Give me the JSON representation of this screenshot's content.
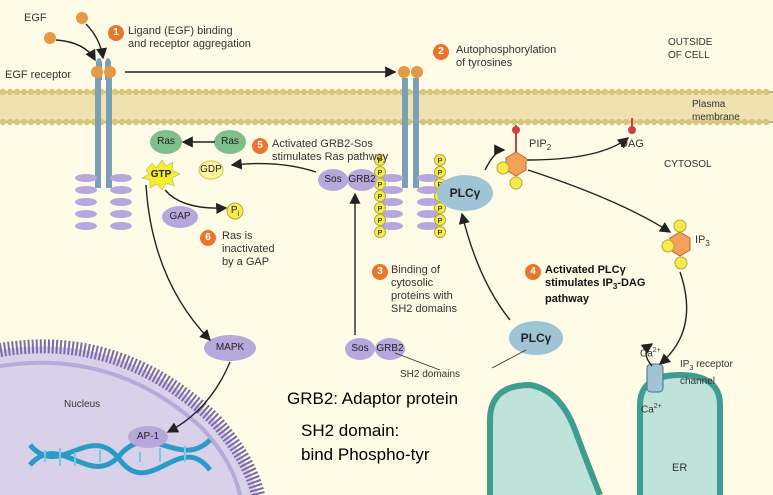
{
  "labels": {
    "egf": "EGF",
    "egf_receptor": "EGF receptor",
    "outside_cell": "OUTSIDE\nOF CELL",
    "plasma_membrane": "Plasma\nmembrane",
    "cytosol": "CYTOSOL",
    "pip2": "PIP",
    "pip2_sub": "2",
    "dag": "DAG",
    "ip3": "IP",
    "ip3_sub": "3",
    "ras_left": "Ras",
    "ras_right": "Ras",
    "gtp": "GTP",
    "gdp": "GDP",
    "gap": "GAP",
    "pi": "P",
    "pi_sub": "i",
    "sos_top": "Sos",
    "grb2_top": "GRB2",
    "plcg_top": "PLCγ",
    "sos_bottom": "Sos",
    "grb2_bottom": "GRB2",
    "plcg_bottom": "PLCγ",
    "sh2_domains": "SH2 domains",
    "mapk": "MAPK",
    "nucleus": "Nucleus",
    "ap1": "AP-1",
    "ca_top": "Ca",
    "ca_top_sup": "2+",
    "ca_bottom": "Ca",
    "ca_bottom_sup": "2+",
    "ip3_receptor": "IP",
    "ip3_receptor_sub": "3",
    "ip3_receptor_rest": " receptor\nchannel",
    "er": "ER",
    "phospho": "P"
  },
  "steps": [
    {
      "num": "1",
      "text": "Ligand (EGF) binding\nand receptor aggregation"
    },
    {
      "num": "2",
      "text": "Autophosphorylation\nof tyrosines"
    },
    {
      "num": "3",
      "text": "Binding of\ncytosolic\nproteins with\nSH2 domains"
    },
    {
      "num": "4",
      "text_a": "Activated PLCγ\nstimulates IP",
      "text_sub": "3",
      "text_b": "-DAG\npathway"
    },
    {
      "num": "5",
      "text": "Activated GRB2-Sos\nstimulates Ras pathway"
    },
    {
      "num": "6",
      "text": "Ras is\ninactivated\nby a GAP"
    }
  ],
  "notes": {
    "line1": "GRB2: Adaptor protein",
    "line2": "SH2 domain:",
    "line3": "bind Phospho-tyr"
  },
  "colors": {
    "background": "#fffbe6",
    "membrane": "#e8d79a",
    "receptor": "#7aa0b8",
    "lavender": "#b6a8dc",
    "ras": "#7fc08a",
    "gtp": "#f5ee2a",
    "step_badge": "#e8762b",
    "nucleus": "#8878b0",
    "er": "#3f9d8f",
    "phospho": "#f4ec4c"
  }
}
